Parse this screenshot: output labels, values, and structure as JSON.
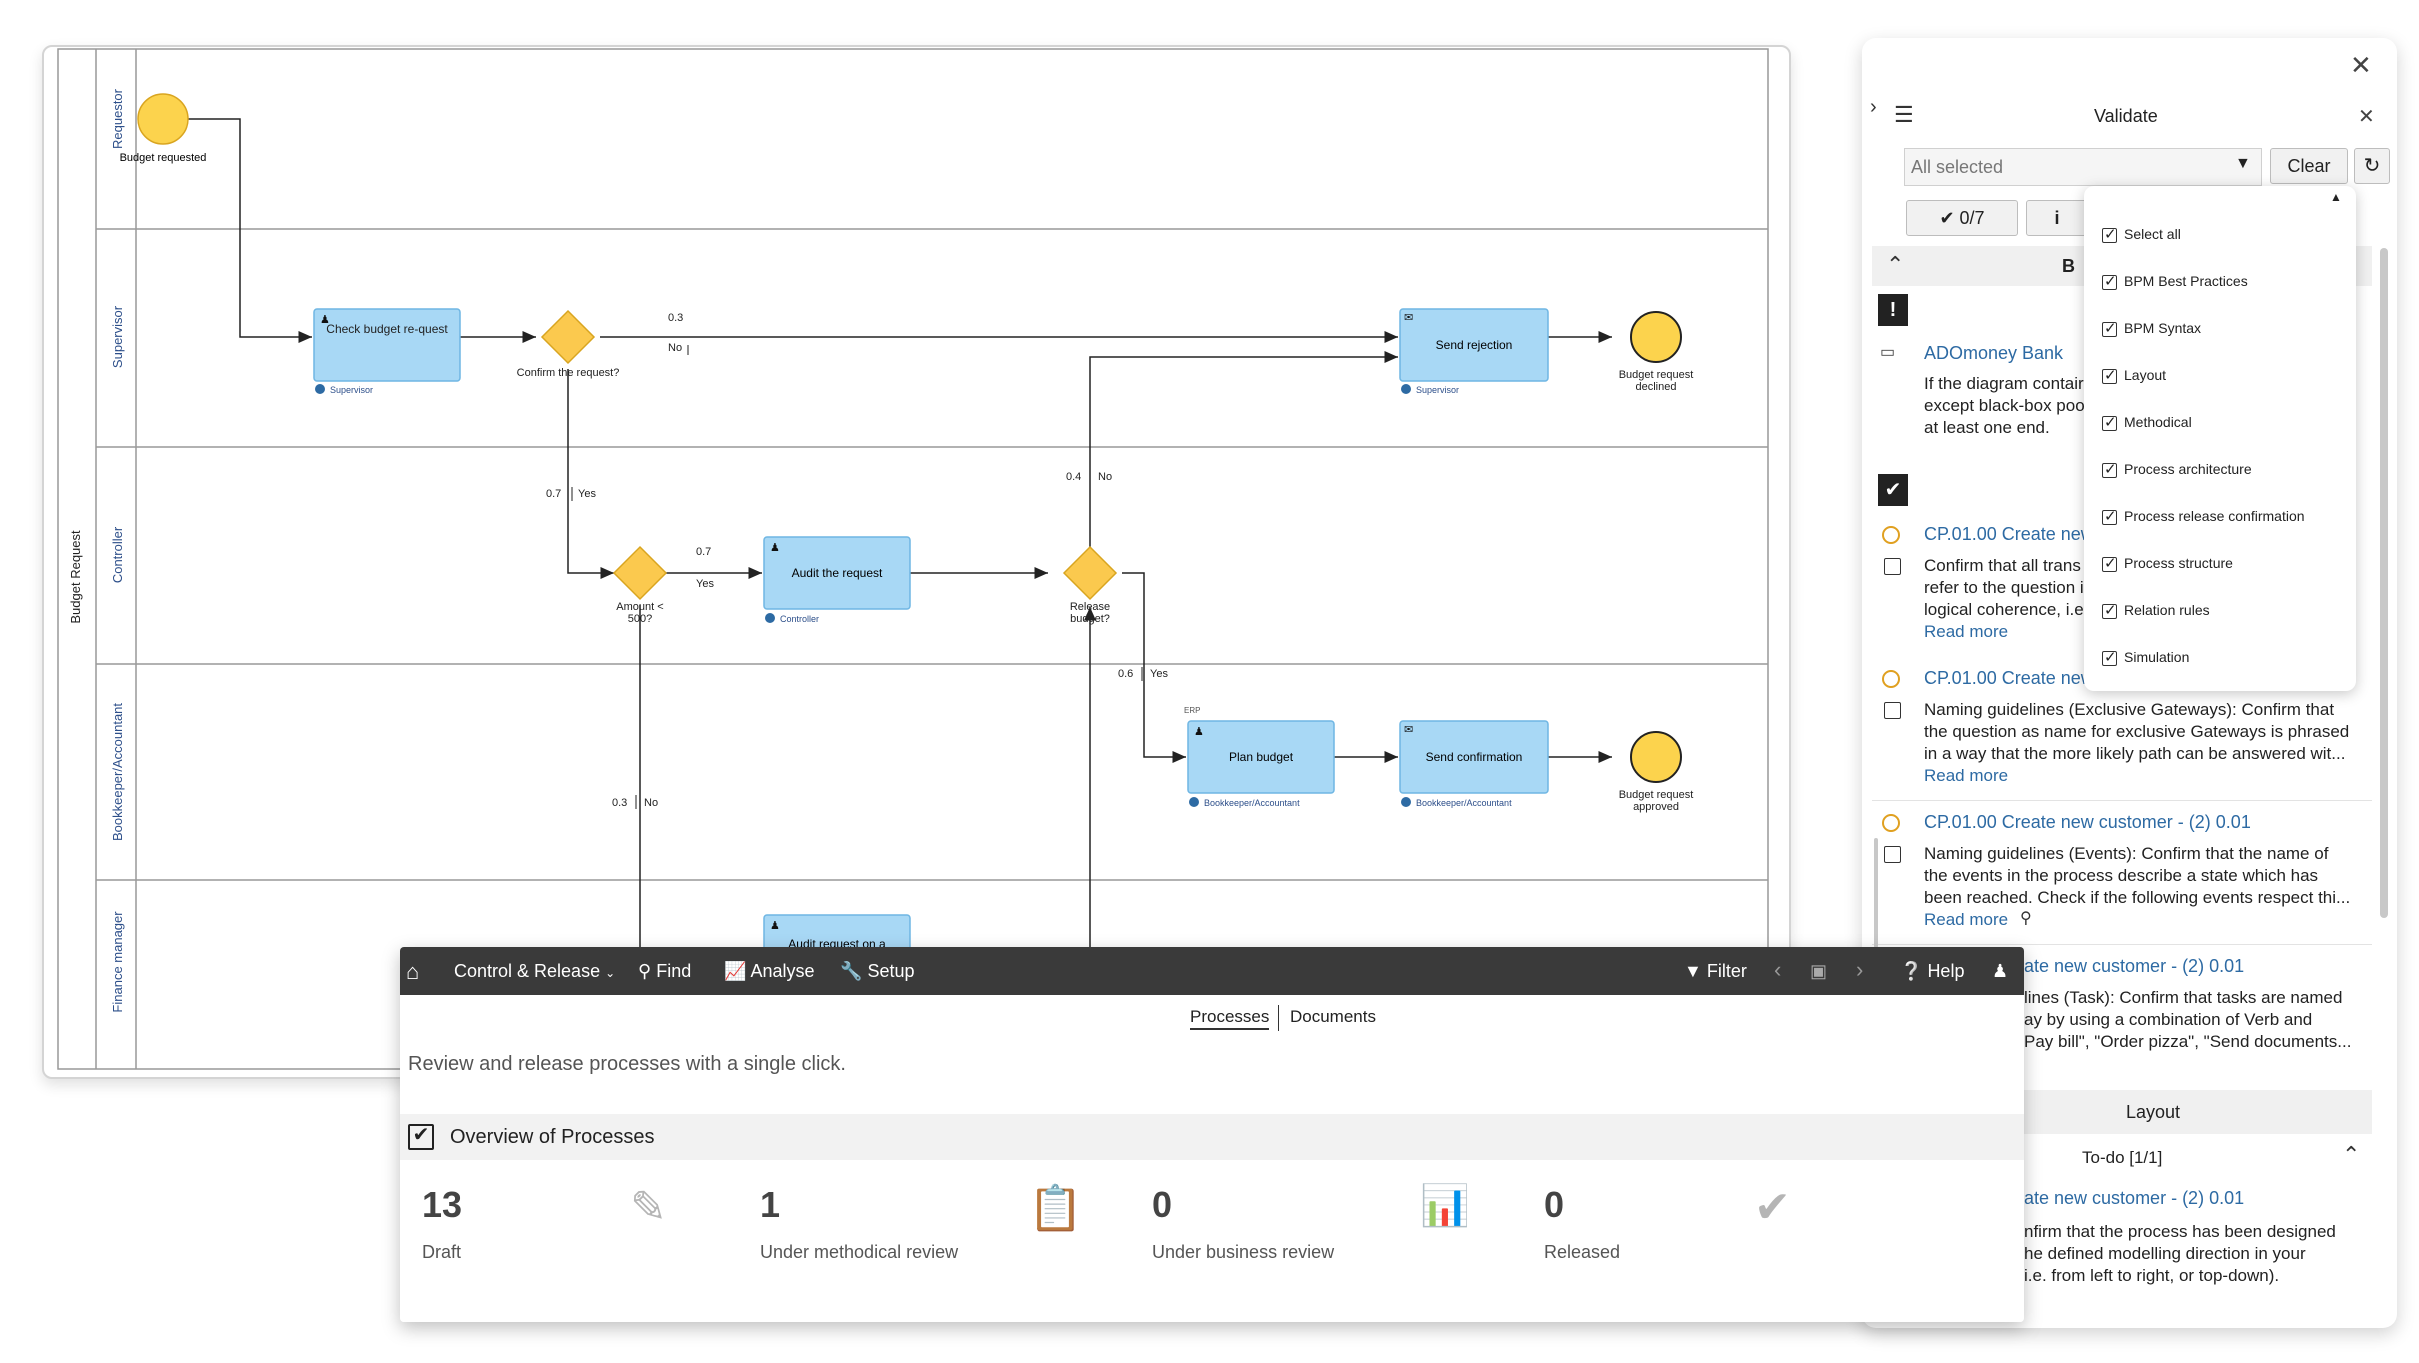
{
  "diagram": {
    "pool_label": "Budget Request",
    "lanes": [
      "Requestor",
      "Supervisor",
      "Controller",
      "Bookkeeper/Accountant",
      "Finance manager"
    ],
    "start_event": "Budget requested",
    "tasks": {
      "check_budget": "Check budget re-quest",
      "check_budget_role": "Supervisor",
      "send_rejection": "Send rejection",
      "send_rejection_role": "Supervisor",
      "audit_request": "Audit the request",
      "audit_request_role": "Controller",
      "plan_budget": "Plan budget",
      "plan_budget_role": "Bookkeeper/Accountant",
      "plan_budget_tag": "ERP",
      "send_confirmation": "Send confirmation",
      "send_confirmation_role": "Bookkeeper/Accountant",
      "audit_request_on": "Audit request on a"
    },
    "gateways": {
      "confirm": "Confirm the request?",
      "amount": "Amount < 500?",
      "release": "Release budget?"
    },
    "end_events": {
      "declined": "Budget request declined",
      "approved": "Budget request approved"
    },
    "flow_labels": {
      "confirm_no_p": "0.3",
      "confirm_no": "No",
      "confirm_yes_p": "0.7",
      "confirm_yes": "Yes",
      "amount_yes_p": "0.7",
      "amount_yes": "Yes",
      "amount_no_p": "0.3",
      "amount_no": "No",
      "release_no_p": "0.4",
      "release_no": "No",
      "release_yes_p": "0.6",
      "release_yes": "Yes"
    }
  },
  "validate": {
    "title": "Validate",
    "filter_value": "All selected",
    "clear_label": "Clear",
    "count_badge": "0/7",
    "info_badge": "i",
    "section_letter": "B",
    "item_bank": "ADOmoney Bank",
    "item_bank_text": [
      "If the diagram contair",
      "except black-box poo",
      "at least one end."
    ],
    "rule_ref_1": "CP.01.00 Create new",
    "rule_1_text": [
      "Confirm that all trans",
      "refer to the question i",
      "logical coherence, i.e"
    ],
    "rule_ref_2": "CP.01.00 Create new",
    "rule_2_text": [
      "Naming guidelines (Exclusive Gateways): Confirm that",
      "the question as name for exclusive Gateways is phrased",
      "in a way that the more likely path can be answered wit..."
    ],
    "rule_ref_3": "CP.01.00 Create new customer - (2) 0.01",
    "rule_3_text": [
      "Naming guidelines (Events): Confirm that the name of",
      "the events in the process describe a state which has",
      "been reached. Check if the following events respect thi..."
    ],
    "rule_ref_4": "ate new customer - (2) 0.01",
    "rule_4_text": [
      "lines (Task): Confirm that tasks are named",
      "ay by using a combination of Verb and",
      "Pay bill\", \"Order pizza\", \"Send documents..."
    ],
    "read_more": "Read more",
    "layout_header": "Layout",
    "todo_label": "To-do [1/1]",
    "rule_ref_5": "ate new customer - (2) 0.01",
    "rule_5_text": [
      "nfirm that the process has been designed",
      "he defined modelling direction in your",
      "i.e. from left to right, or top-down)."
    ],
    "popup_items": [
      "Select all",
      "BPM Best Practices",
      "BPM Syntax",
      "Layout",
      "Methodical",
      "Process architecture",
      "Process release confirmation",
      "Process structure",
      "Relation rules",
      "Simulation"
    ]
  },
  "app": {
    "menu_control": "Control & Release",
    "menu_find": "Find",
    "menu_analyse": "Analyse",
    "menu_setup": "Setup",
    "menu_filter": "Filter",
    "menu_help": "Help",
    "tab_processes": "Processes",
    "tab_documents": "Documents",
    "description": "Review and release processes with a single click.",
    "overview_title": "Overview of Processes",
    "kpis": [
      {
        "value": "13",
        "label": "Draft"
      },
      {
        "value": "1",
        "label": "Under methodical review"
      },
      {
        "value": "0",
        "label": "Under business review"
      },
      {
        "value": "0",
        "label": "Released"
      }
    ]
  },
  "colors": {
    "task_fill": "#a8d8f5",
    "task_stroke": "#6fb6e3",
    "event_fill": "#fcd34d",
    "gateway_fill": "#fbc94e",
    "toolbar_bg": "#3a3a3a",
    "link": "#2d6aa3"
  }
}
